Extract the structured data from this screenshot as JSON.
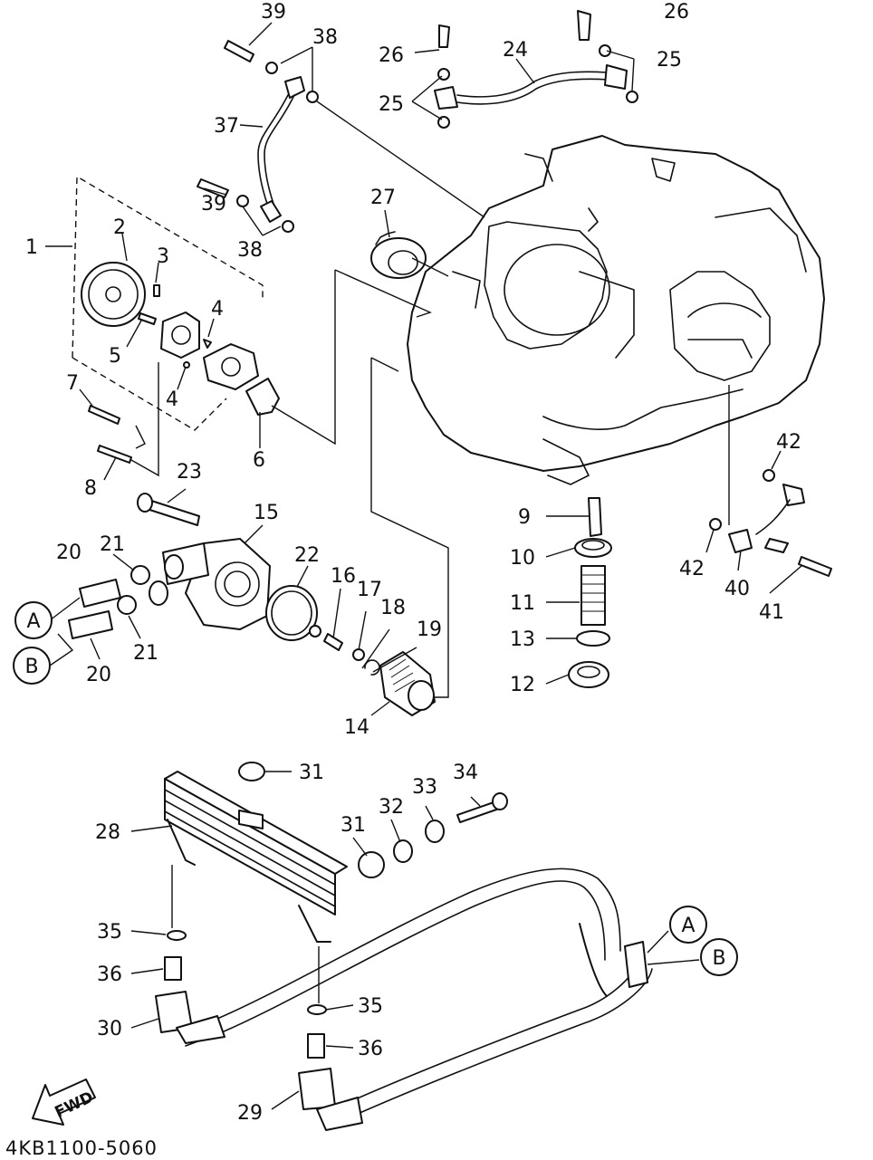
{
  "diagram": {
    "code": "4KB1100-5060",
    "fwd_label": "FWD",
    "connectors": {
      "a": "A",
      "b": "B"
    },
    "callouts": [
      "1",
      "2",
      "3",
      "4",
      "5",
      "6",
      "7",
      "8",
      "9",
      "10",
      "11",
      "12",
      "13",
      "14",
      "15",
      "16",
      "17",
      "18",
      "19",
      "20",
      "21",
      "22",
      "23",
      "24",
      "25",
      "26",
      "27",
      "28",
      "29",
      "30",
      "31",
      "32",
      "33",
      "34",
      "35",
      "36",
      "37",
      "38",
      "39",
      "40",
      "41",
      "42"
    ]
  }
}
